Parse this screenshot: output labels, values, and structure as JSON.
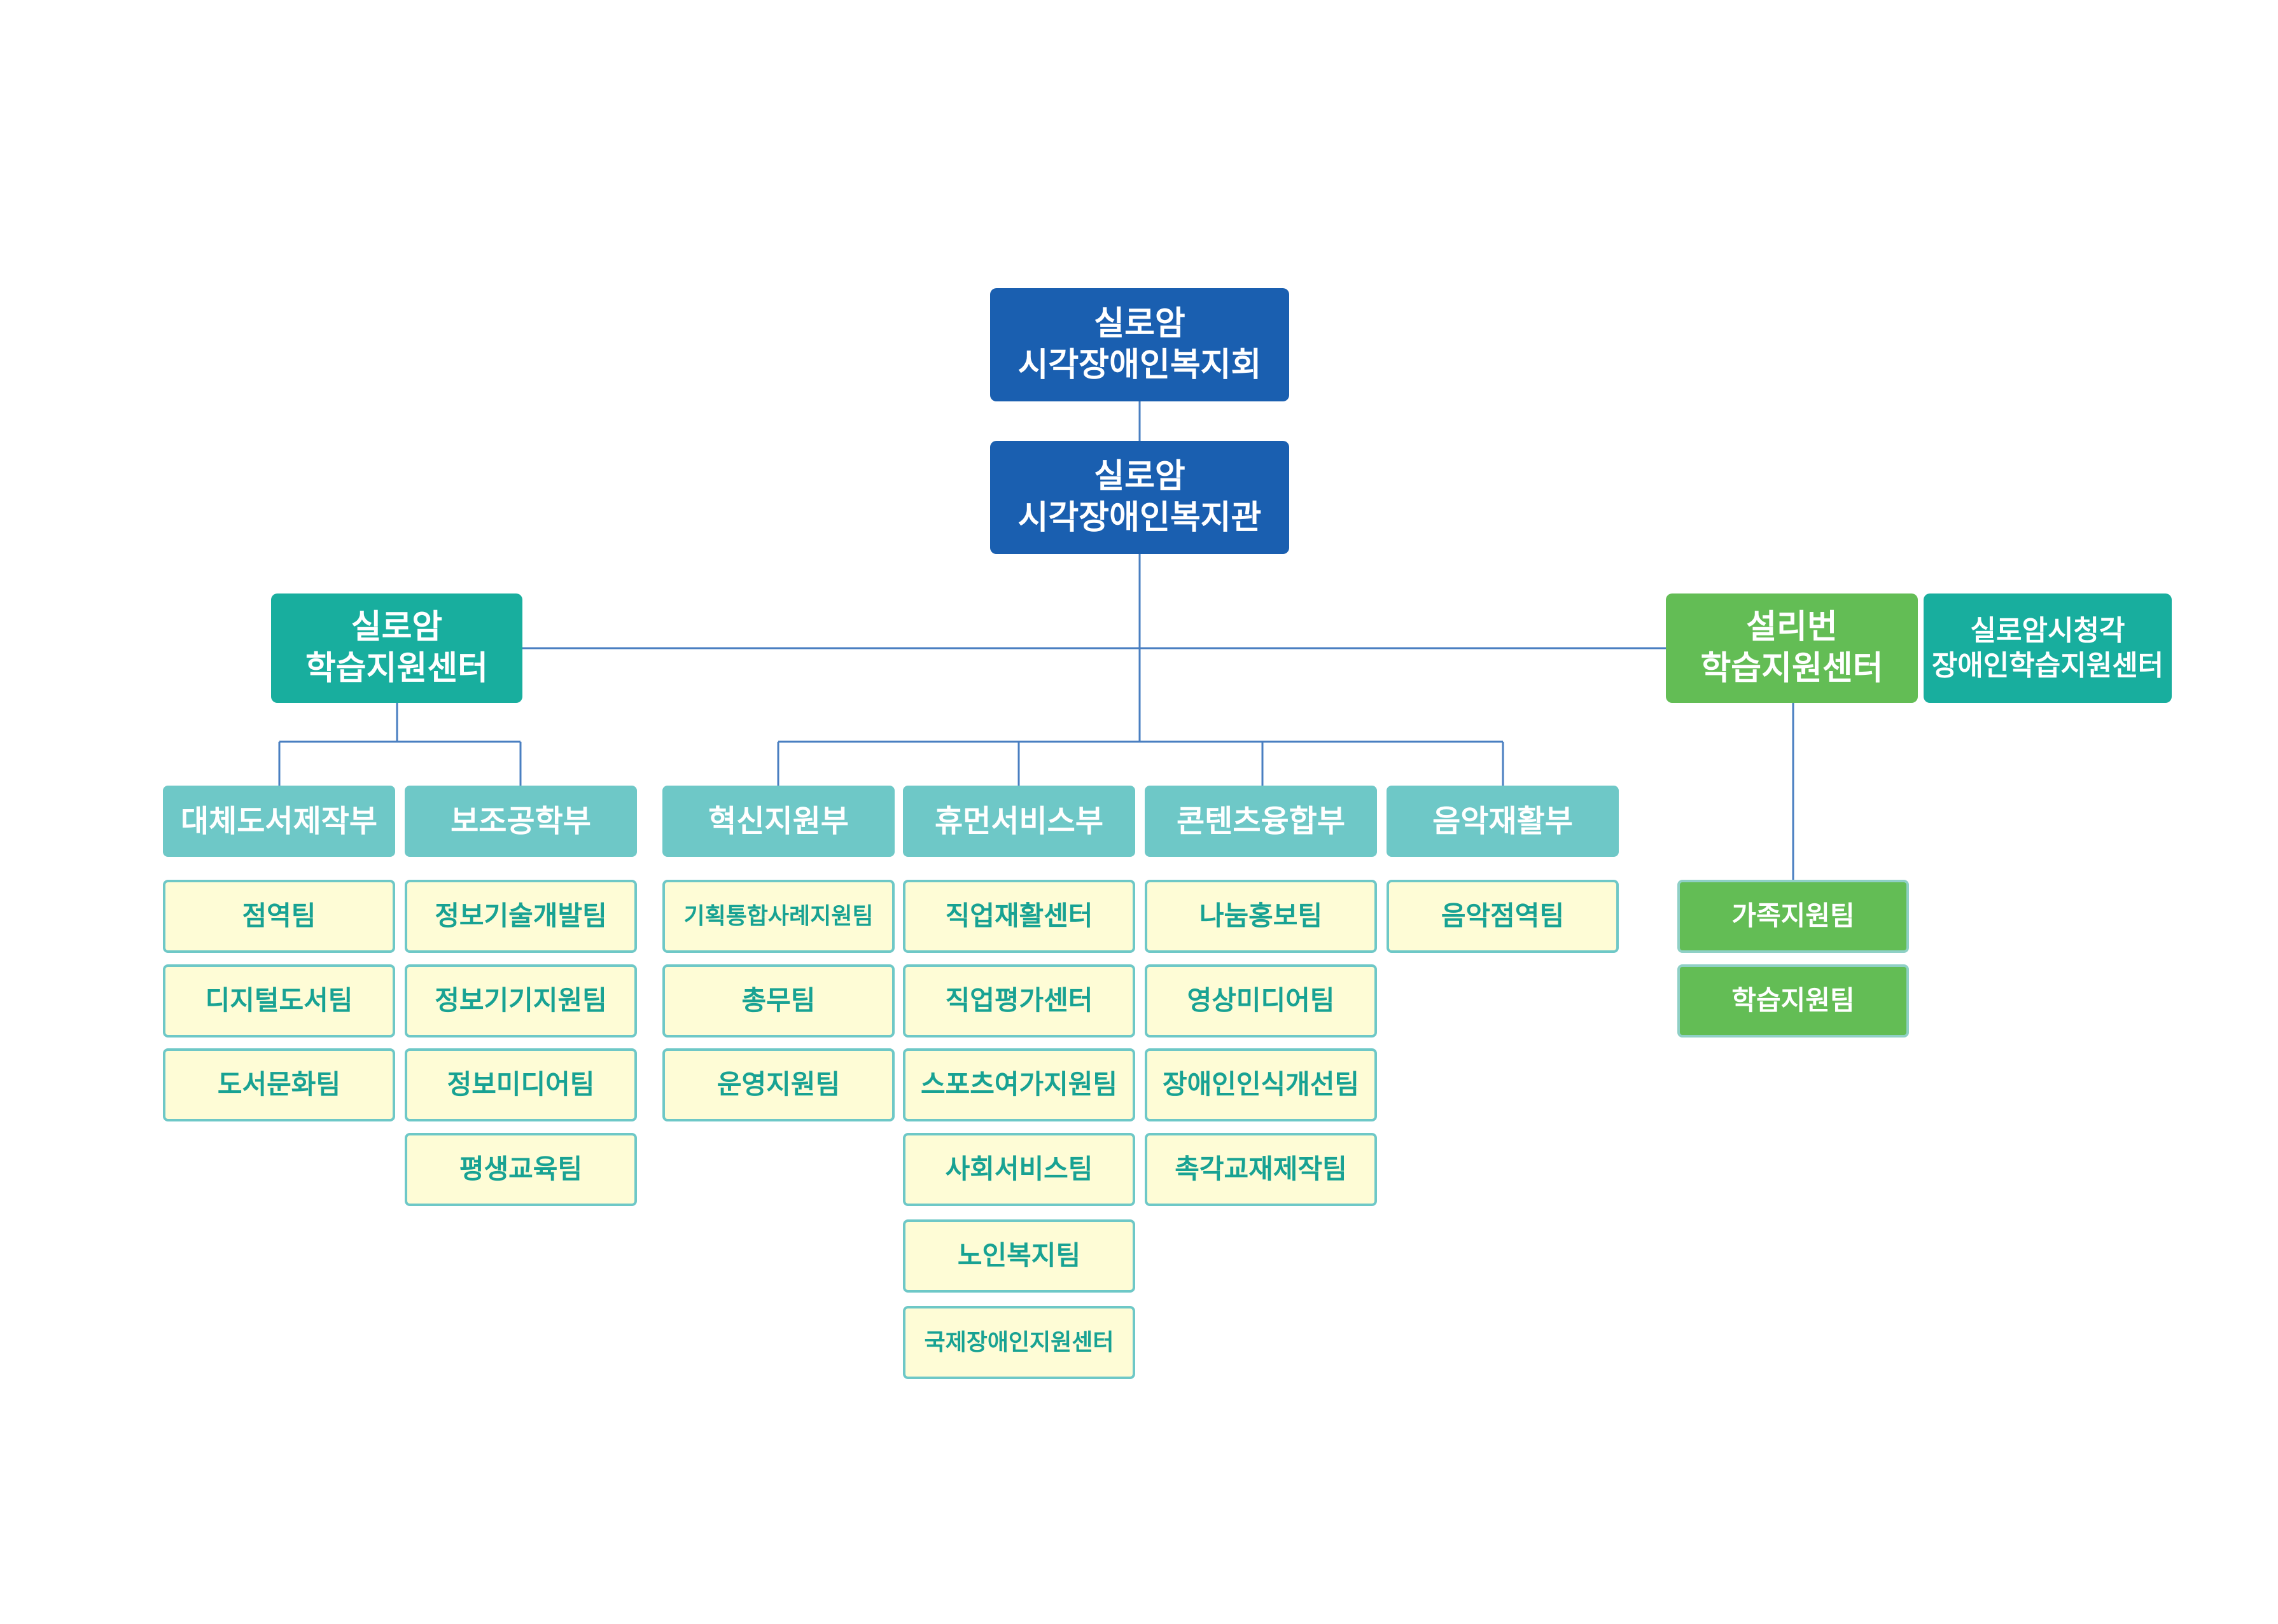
{
  "colors": {
    "root": "#1a5fb0",
    "center": "#18ae9e",
    "green": "#63bd55",
    "dept": "#6ec8c7",
    "team_bg": "#fefcd6",
    "team_text": "#18a293",
    "line": "#4a7fc1"
  },
  "root": {
    "line1": "실로암",
    "line2": "시각장애인복지회"
  },
  "hall": {
    "line1": "실로암",
    "line2": "시각장애인복지관"
  },
  "centers": {
    "siloam_learning": {
      "line1": "실로암",
      "line2": "학습지원센터"
    },
    "sullivan_learning": {
      "line1": "설리번",
      "line2": "학습지원센터"
    },
    "audiovisual_learning": {
      "line1": "실로암시청각",
      "line2": "장애인학습지원센터"
    }
  },
  "departments": [
    {
      "name": "대체도서제작부",
      "teams": [
        "점역팀",
        "디지털도서팀",
        "도서문화팀"
      ]
    },
    {
      "name": "보조공학부",
      "teams": [
        "정보기술개발팀",
        "정보기기지원팀",
        "정보미디어팀",
        "평생교육팀"
      ]
    },
    {
      "name": "혁신지원부",
      "teams": [
        "기획통합사례지원팀",
        "총무팀",
        "운영지원팀"
      ]
    },
    {
      "name": "휴먼서비스부",
      "teams": [
        "직업재활센터",
        "직업평가센터",
        "스포츠여가지원팀",
        "사회서비스팀",
        "노인복지팀",
        "국제장애인지원센터"
      ]
    },
    {
      "name": "콘텐츠융합부",
      "teams": [
        "나눔홍보팀",
        "영상미디어팀",
        "장애인인식개선팀",
        "촉각교재제작팀"
      ]
    },
    {
      "name": "음악재활부",
      "teams": [
        "음악점역팀"
      ]
    }
  ],
  "sullivan_teams": [
    "가족지원팀",
    "학습지원팀"
  ]
}
